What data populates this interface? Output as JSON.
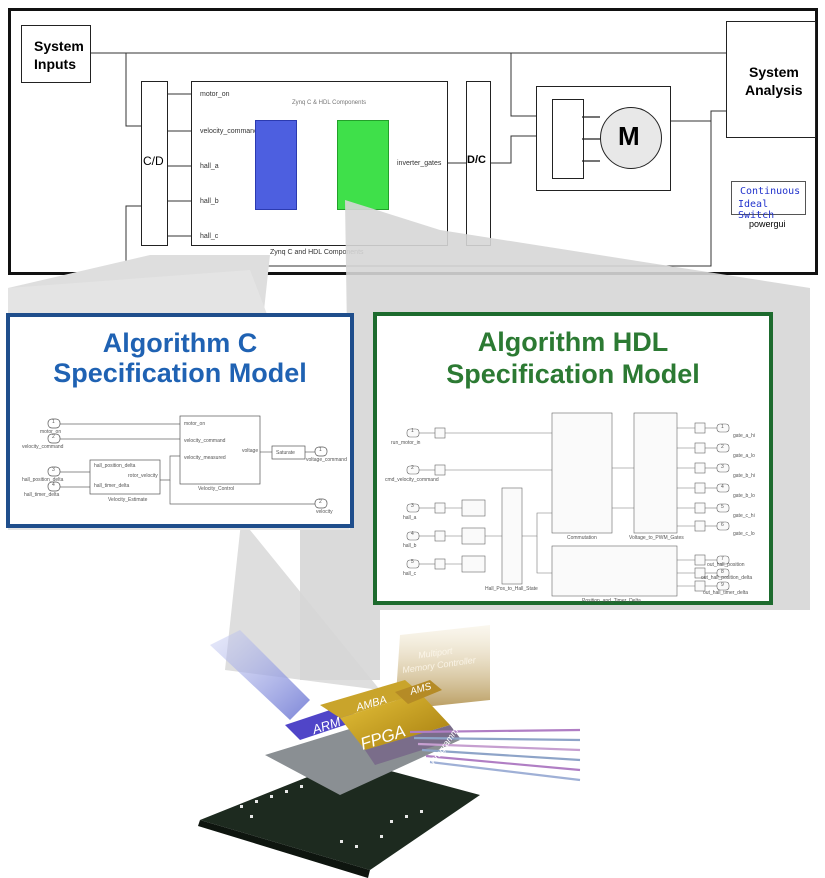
{
  "top": {
    "system_inputs": [
      "System",
      "Inputs"
    ],
    "system_analysis": [
      "System",
      "Analysis"
    ],
    "cd": "C/D",
    "dc": "D/C",
    "motor": "M",
    "subsystem_title": "Zynq C & HDL Components",
    "subsystem_label": "Zynq C and HDL Components",
    "ports_in": [
      "motor_on",
      "velocity_command",
      "hall_a",
      "hall_b",
      "hall_c"
    ],
    "port_out": "inverter_gates",
    "powergui_block": [
      "Continuous",
      "Ideal Switch"
    ],
    "powergui_label": "powergui"
  },
  "c_panel": {
    "title": [
      "Algorithm C",
      "Specification Model"
    ],
    "inports": [
      "motor_on",
      "velocity_command",
      "hall_position_delta",
      "hall_timer_delta"
    ],
    "inport_nums": [
      "1",
      "2",
      "3",
      "4"
    ],
    "block_velocity": "Velocity_Estimate",
    "block_velocity_ports": [
      "hall_position_delta",
      "hall_timer_delta",
      "rotor_velocity"
    ],
    "block_control": "Velocity_Control",
    "block_control_ports": [
      "motor_on",
      "velocity_command",
      "velocity_measured",
      "voltage"
    ],
    "saturation": "Saturate",
    "outports": [
      "voltage_command",
      "velocity"
    ],
    "outport_nums": [
      "1",
      "2"
    ]
  },
  "hdl_panel": {
    "title": [
      "Algorithm HDL",
      "Specification Model"
    ],
    "inports": [
      "run_motor_in",
      "cmd_velocity_command",
      "hall_a",
      "hall_b",
      "hall_c"
    ],
    "inport_nums": [
      "1",
      "2",
      "3",
      "4",
      "5"
    ],
    "blocks": [
      "Commutation",
      "Voltage_to_PWM_Gates",
      "Hall_Pos_to_Hall_State",
      "Position_and_Timer_Delta"
    ],
    "outports": [
      "gate_a_hi",
      "gate_a_lo",
      "gate_b_hi",
      "gate_b_lo",
      "gate_c_hi",
      "gate_c_lo",
      "out_hall_position",
      "out_hall_position_delta",
      "out_hall_timer_delta"
    ],
    "outport_nums": [
      "1",
      "2",
      "3",
      "4",
      "5",
      "6",
      "7",
      "8",
      "9"
    ]
  },
  "chip": {
    "arm": "ARM",
    "amba": "AMBA",
    "ams": "AMS",
    "fpga": "FPGA",
    "io": "I/O Programmable",
    "memory": [
      "Multiport",
      "Memory Controller"
    ]
  }
}
